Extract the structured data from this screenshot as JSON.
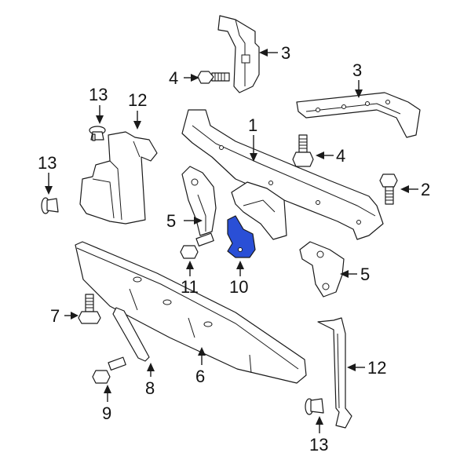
{
  "diagram": {
    "highlight_color": "#2a4fd6",
    "callouts": [
      {
        "key": "c3a",
        "label": "3"
      },
      {
        "key": "c4a",
        "label": "4"
      },
      {
        "key": "c3b",
        "label": "3"
      },
      {
        "key": "c13a",
        "label": "13"
      },
      {
        "key": "c12a",
        "label": "12"
      },
      {
        "key": "c1",
        "label": "1"
      },
      {
        "key": "c4b",
        "label": "4"
      },
      {
        "key": "c13b",
        "label": "13"
      },
      {
        "key": "c2",
        "label": "2"
      },
      {
        "key": "c5a",
        "label": "5"
      },
      {
        "key": "c11",
        "label": "11"
      },
      {
        "key": "c10",
        "label": "10"
      },
      {
        "key": "c5b",
        "label": "5"
      },
      {
        "key": "c7",
        "label": "7"
      },
      {
        "key": "c6",
        "label": "6"
      },
      {
        "key": "c8",
        "label": "8"
      },
      {
        "key": "c9",
        "label": "9"
      },
      {
        "key": "c12b",
        "label": "12"
      },
      {
        "key": "c13c",
        "label": "13"
      }
    ]
  }
}
